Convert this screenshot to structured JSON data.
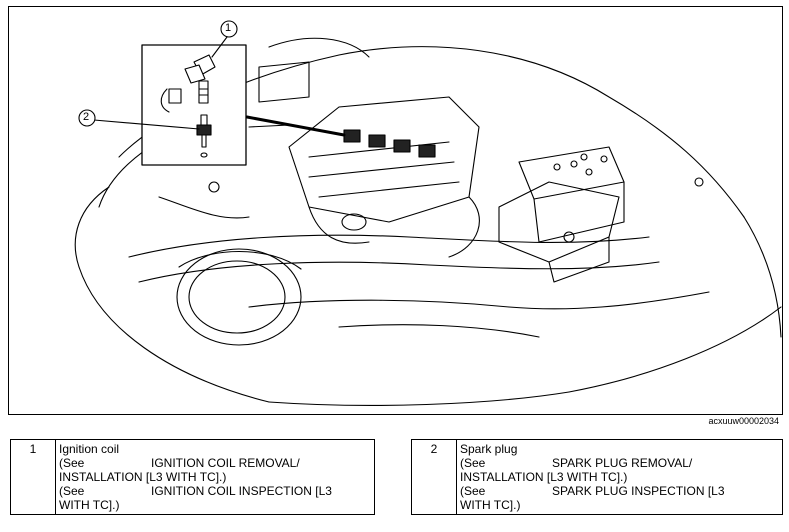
{
  "figure_code": "acxuuw00002034",
  "callouts": [
    {
      "number": "1"
    },
    {
      "number": "2"
    }
  ],
  "legend": [
    {
      "number": "1",
      "title": "Ignition coil",
      "refs": [
        {
          "see": "(See",
          "text_a": "IGNITION COIL REMOVAL/",
          "text_b": "INSTALLATION [L3 WITH TC].)"
        },
        {
          "see": "(See",
          "text_a": "IGNITION COIL INSPECTION [L3",
          "text_b": "WITH TC].)"
        }
      ]
    },
    {
      "number": "2",
      "title": "Spark plug",
      "refs": [
        {
          "see": "(See",
          "text_a": "SPARK PLUG REMOVAL/",
          "text_b": "INSTALLATION [L3 WITH TC].)"
        },
        {
          "see": "(See",
          "text_a": "SPARK PLUG INSPECTION [L3",
          "text_b": "WITH TC].)"
        }
      ]
    }
  ]
}
